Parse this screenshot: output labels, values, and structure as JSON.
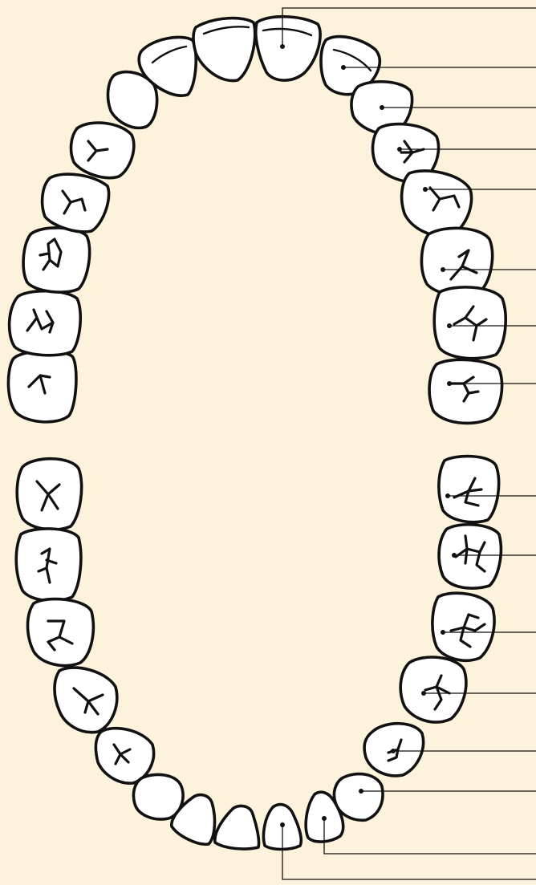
{
  "colors": {
    "background": "#fdf2dc",
    "tooth_fill": "#ffffff",
    "outline": "#111111"
  },
  "arches": [
    {
      "name": "upper-arch",
      "teeth": 16,
      "labeled_teeth": 8
    },
    {
      "name": "lower-arch",
      "teeth": 16,
      "labeled_teeth": 8
    }
  ],
  "labels": []
}
